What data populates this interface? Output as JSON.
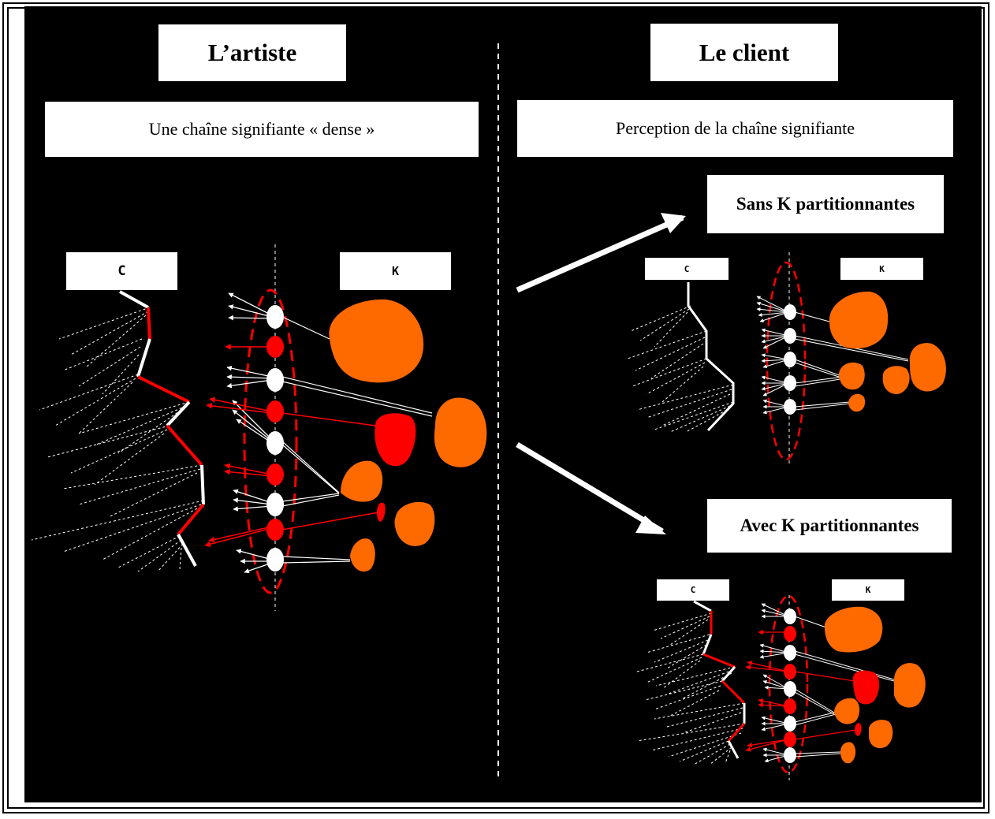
{
  "left": {
    "title": "L’artiste",
    "subtitle": "Une chaîne signifiante « dense »",
    "c_label": "C",
    "k_label": "K"
  },
  "right": {
    "title": "Le client",
    "subtitle": "Perception de la chaîne signifiante",
    "top_caption": "Sans K partitionnantes",
    "top_c_label": "C",
    "top_k_label": "K",
    "bottom_caption": "Avec K partitionnantes",
    "bottom_c_label": "C",
    "bottom_k_label": "K"
  },
  "colors": {
    "background": "#000000",
    "red": "#ff0000",
    "orange": "#ff6a00",
    "white": "#ffffff"
  }
}
